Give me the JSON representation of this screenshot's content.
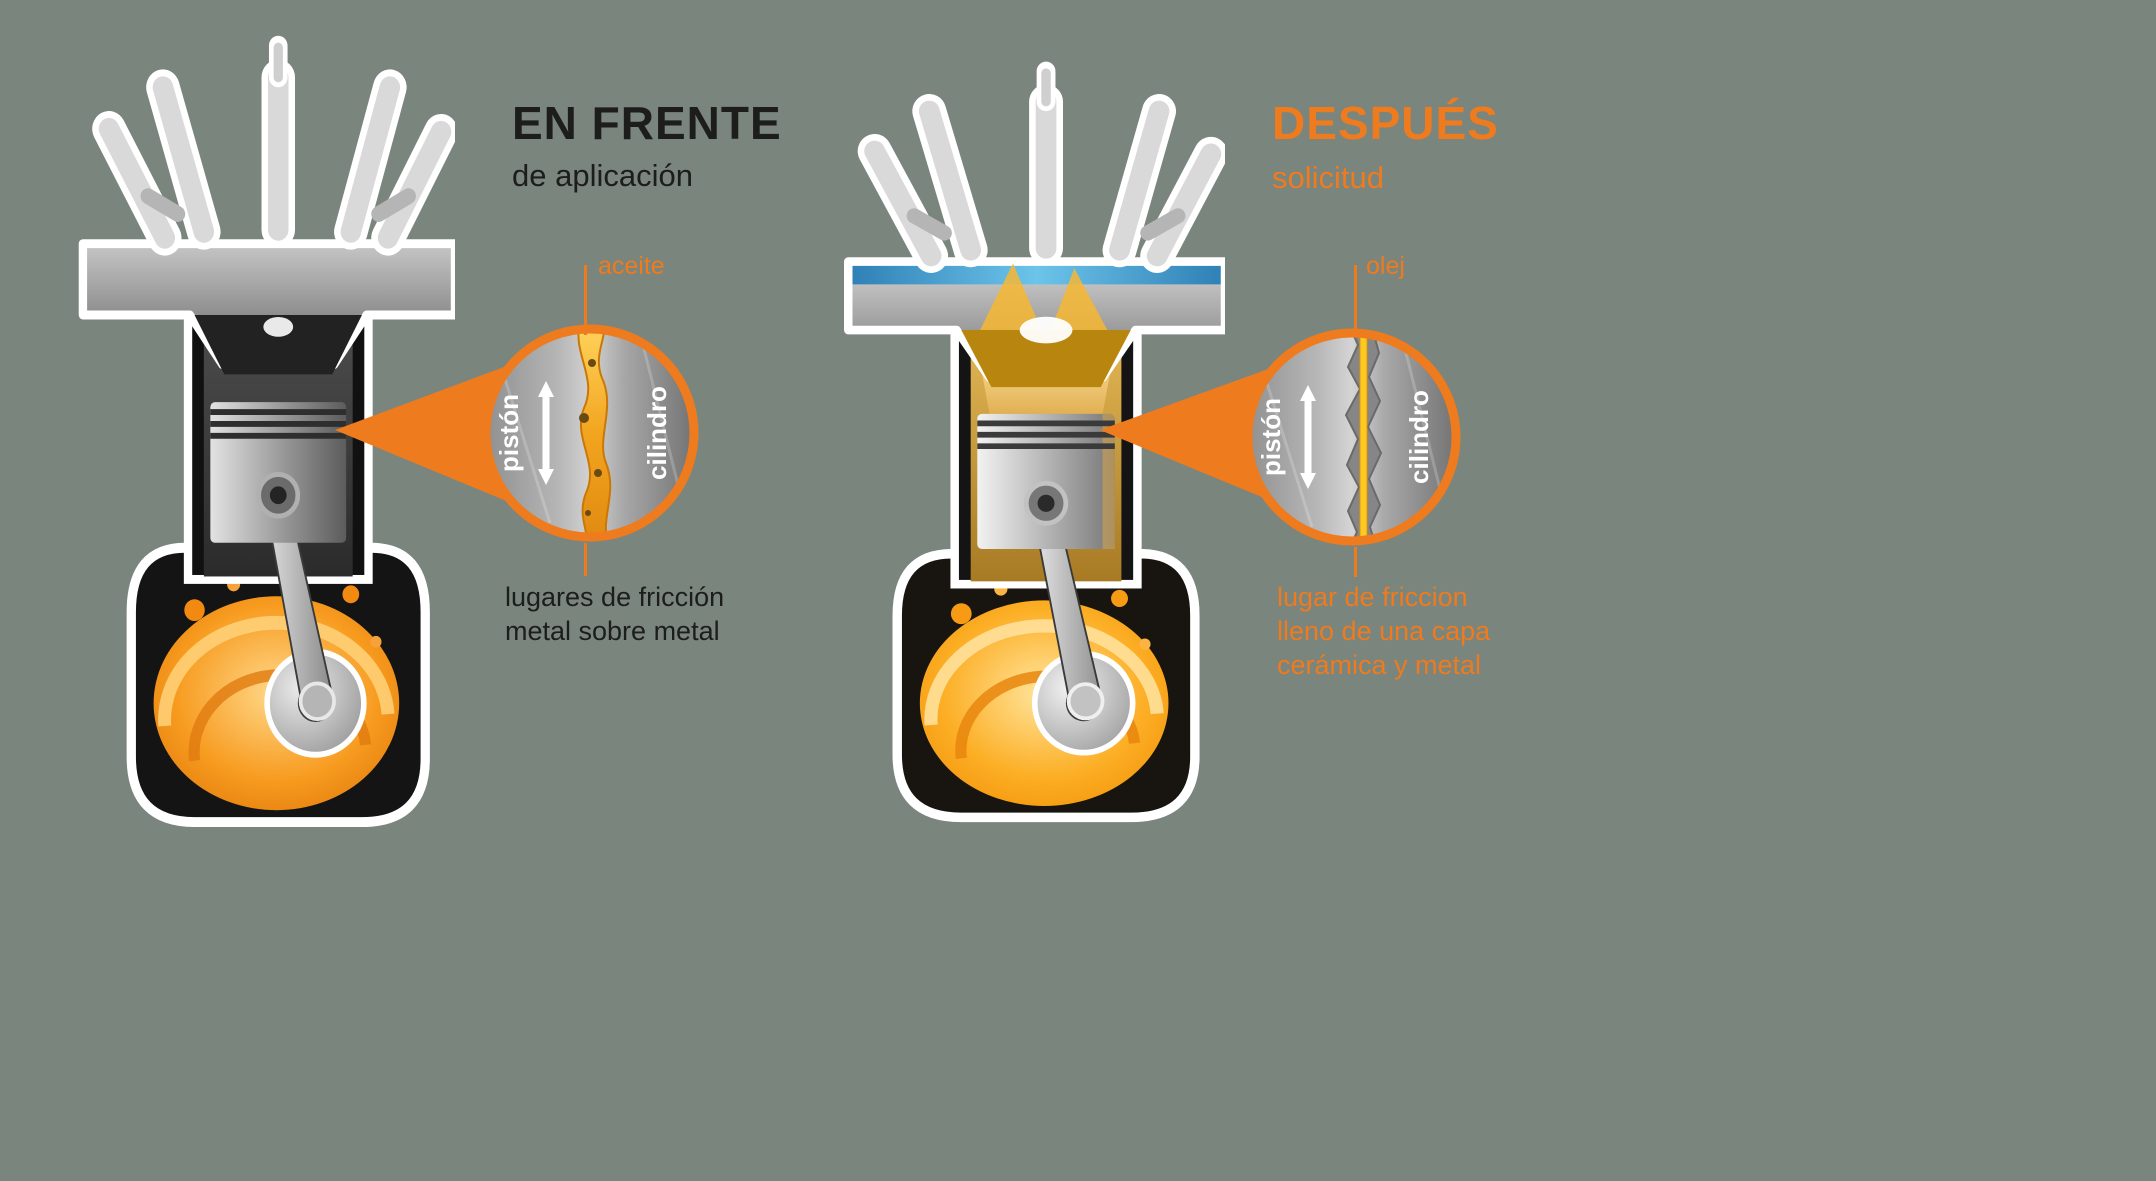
{
  "colors": {
    "accent_orange": "#ee7b1e",
    "text_dark": "#1d1d1b",
    "background": "#7a857e",
    "oil_orange": "#f79b1f",
    "coolant_blue": "#55aede",
    "oil_film_yellow": "#f2a51f"
  },
  "left": {
    "title": "EN FRENTE",
    "subtitle": "de aplicación",
    "magnifier": {
      "callout_label": "aceite",
      "piston_label": "pistón",
      "cylinder_label": "cilindro"
    },
    "caption_line1": "lugares de fricción",
    "caption_line2": "metal sobre metal"
  },
  "right": {
    "title": "DESPUÉS",
    "subtitle": "solicitud",
    "magnifier": {
      "callout_label": "olej",
      "piston_label": "pistón",
      "cylinder_label": "cilindro"
    },
    "caption_line1": "lugar de friccion",
    "caption_line2": "lleno de una capa",
    "caption_line3": "cerámica y metal"
  }
}
